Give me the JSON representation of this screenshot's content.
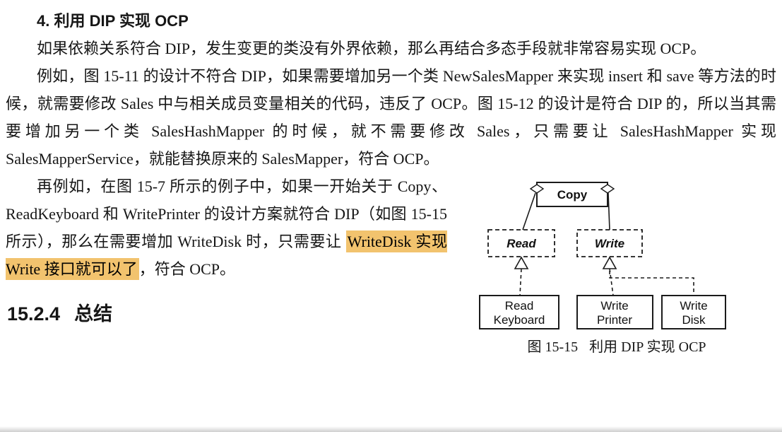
{
  "page": {
    "section_heading": "4. 利用 DIP 实现 OCP",
    "para1": "如果依赖关系符合 DIP，发生变更的类没有外界依赖，那么再结合多态手段就非常容易实现 OCP。",
    "para2": "例如，图 15-11 的设计不符合 DIP，如果需要增加另一个类 NewSalesMapper 来实现 insert 和 save 等方法的时候，就需要修改 Sales 中与相关成员变量相关的代码，违反了 OCP。图 15-12 的设计是符合 DIP 的，所以当其需要增加另一个类 SalesHashMapper 的时候，就不需要修改 Sales，只需要让 SalesHashMapper 实现 SalesMapperService，就能替换原来的 SalesMapper，符合 OCP。",
    "para3_before": "再例如，在图 15-7 所示的例子中，如果一开始关于 Copy、ReadKeyboard 和 WritePrinter 的设计方案就符合 DIP（如图 15-15 所示），那么在需要增加 WriteDisk 时，只需要让 ",
    "para3_highlight": "WriteDisk 实现 Write 接口就可以了",
    "para3_after": "，符合 OCP。",
    "subsection_number": "15.2.4",
    "subsection_title": "总结"
  },
  "figure": {
    "caption_label": "图 15-15",
    "caption_title": "利用 DIP 实现 OCP",
    "nodes": {
      "copy": "Copy",
      "read": "Read",
      "write": "Write",
      "read_keyboard_line1": "Read",
      "read_keyboard_line2": "Keyboard",
      "write_printer_line1": "Write",
      "write_printer_line2": "Printer",
      "write_disk_line1": "Write",
      "write_disk_line2": "Disk"
    }
  },
  "colors": {
    "highlight": "#f2c36e",
    "text": "#161616",
    "background": "#ffffff"
  }
}
